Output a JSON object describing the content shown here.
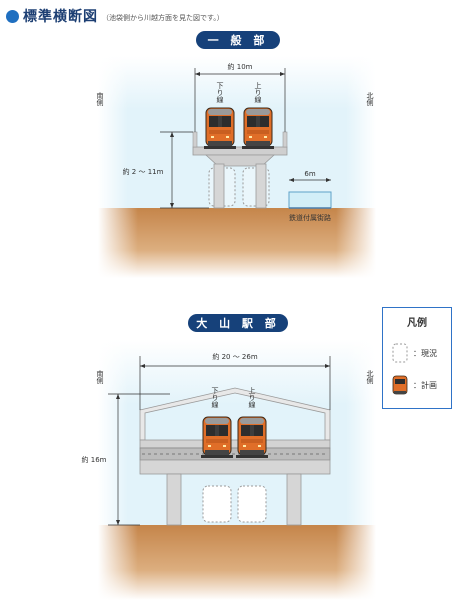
{
  "header": {
    "title": "標準横断図",
    "subtitle": "（池袋側から川越方面を見た図です。）"
  },
  "section_general": {
    "label": "一 般 部",
    "south": "南側",
    "north": "北側",
    "width_label": "約 10m",
    "height_label": "約 2 ～ 11m",
    "road_width_label": "6m",
    "road_label": "鉄道付属街路",
    "down_track": "下り線",
    "up_track": "上り線"
  },
  "section_station": {
    "label": "大 山 駅 部",
    "south": "南側",
    "north": "北側",
    "width_label": "約 20 ～ 26m",
    "height_label": "約 16m",
    "down_track": "下り線",
    "up_track": "上り線"
  },
  "legend": {
    "title": "凡例",
    "existing": "：現況",
    "planned": "：計画"
  },
  "colors": {
    "sky": "#dff1f8",
    "ground": "#c88a4c",
    "train_body": "#e0702a",
    "navy": "#16417a",
    "concrete": "#d2d2d2"
  }
}
